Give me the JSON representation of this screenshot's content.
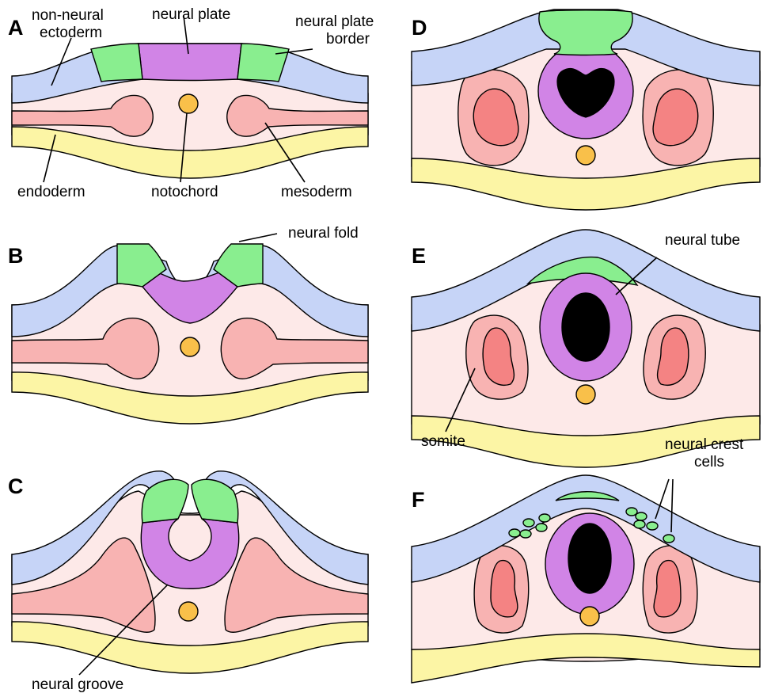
{
  "panels": {
    "a": "A",
    "b": "B",
    "c": "C",
    "d": "D",
    "e": "E",
    "f": "F"
  },
  "labels": {
    "non_neural_1": "non-neural",
    "non_neural_2": "ectoderm",
    "neural_plate": "neural plate",
    "npb_1": "neural plate",
    "npb_2": "border",
    "endoderm": "endoderm",
    "notochord": "notochord",
    "mesoderm": "mesoderm",
    "neural_fold": "neural fold",
    "neural_groove": "neural groove",
    "neural_tube": "neural tube",
    "somite": "somite",
    "ncc_1": "neural crest",
    "ncc_2": "cells"
  },
  "colors": {
    "ectoderm": "#c6d4f7",
    "neural_plate": "#d184e6",
    "border": "#89ee8f",
    "mesenchyme": "#fde9e8",
    "mesoderm": "#f8b3b2",
    "somite_core": "#f48383",
    "notochord": "#f9c04a",
    "endoderm": "#fcf5a5",
    "lumen": "#000000"
  }
}
